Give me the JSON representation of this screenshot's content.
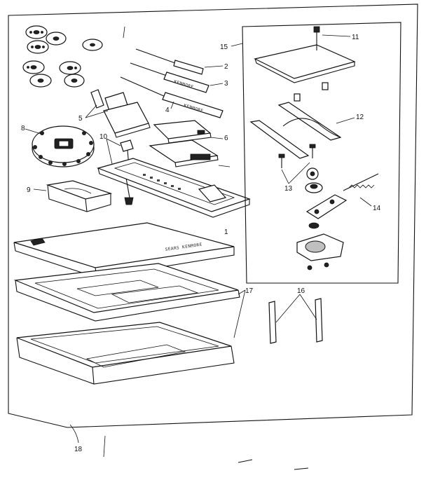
{
  "diagram": {
    "callouts": [
      {
        "id": "c1",
        "text": "1"
      },
      {
        "id": "c2",
        "text": "2"
      },
      {
        "id": "c3",
        "text": "3"
      },
      {
        "id": "c4",
        "text": "4"
      },
      {
        "id": "c5",
        "text": "5"
      },
      {
        "id": "c6",
        "text": "6"
      },
      {
        "id": "c8",
        "text": "8"
      },
      {
        "id": "c9",
        "text": "9"
      },
      {
        "id": "c10",
        "text": "10"
      },
      {
        "id": "c11",
        "text": "11"
      },
      {
        "id": "c12",
        "text": "12"
      },
      {
        "id": "c13",
        "text": "13"
      },
      {
        "id": "c14",
        "text": "14"
      },
      {
        "id": "c15",
        "text": "15"
      },
      {
        "id": "c16",
        "text": "16"
      },
      {
        "id": "c17",
        "text": "17"
      },
      {
        "id": "c18",
        "text": "18"
      }
    ],
    "part_markings": {
      "screwdriver_large": "KENMORE",
      "screwdriver_small": "KENMORE",
      "case_lid": "SEARS KENMORE"
    }
  }
}
